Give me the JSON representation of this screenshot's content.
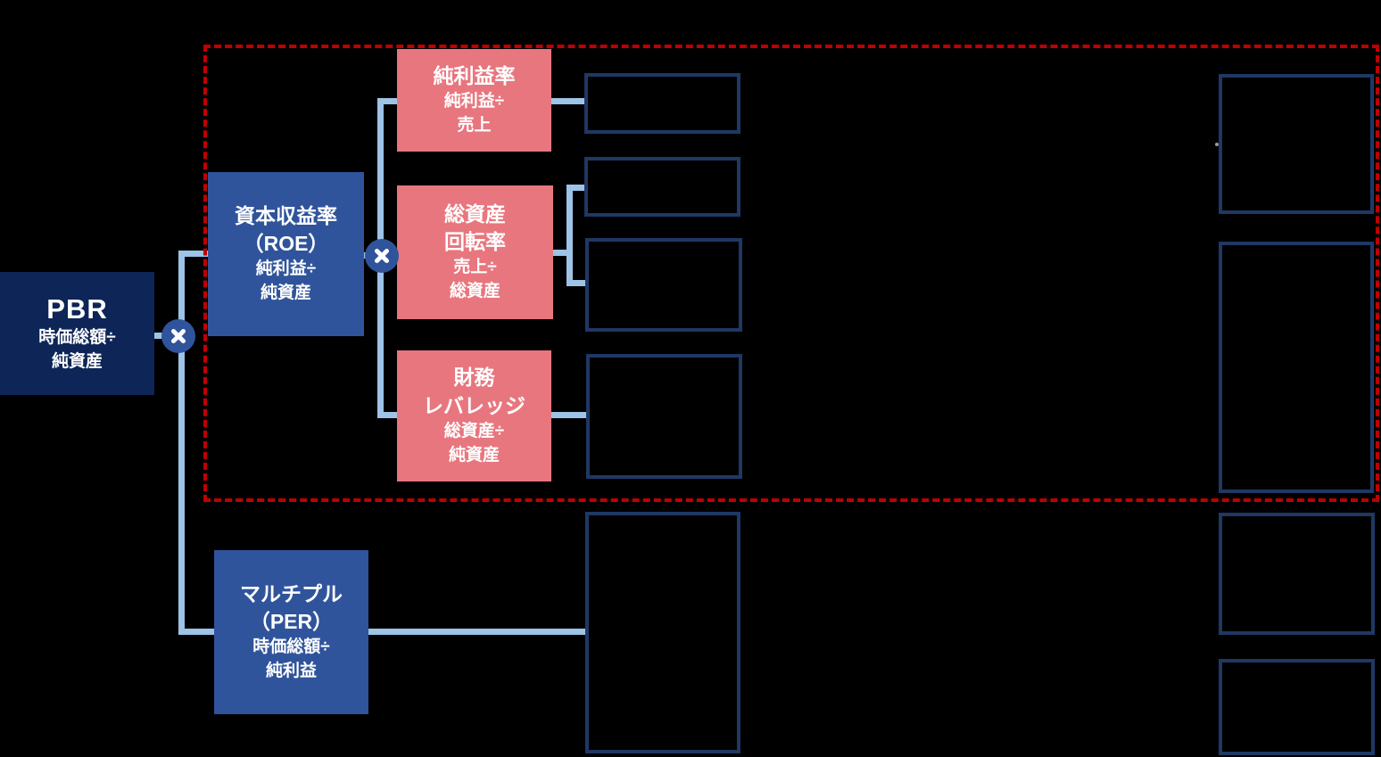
{
  "diagram": {
    "description_colors": {
      "background": "#000000",
      "pbr_box_fill": "#0D2557",
      "blue_box_fill": "#30549B",
      "pink_box_fill": "#E8767E",
      "connector_line": "#9DC3E6",
      "empty_box_border": "#1F3864",
      "highlight_frame": "#C00000",
      "text": "#FFFFFF"
    }
  },
  "nodes": {
    "pbr": {
      "title": "PBR",
      "formula": [
        "時価総額÷",
        "純資産"
      ]
    },
    "roe": {
      "title": [
        "資本収益率",
        "（ROE）"
      ],
      "formula": [
        "純利益÷",
        "純資産"
      ]
    },
    "per": {
      "title": [
        "マルチプル",
        "（PER）"
      ],
      "formula": [
        "時価総額÷",
        "純利益"
      ]
    },
    "net_profit_margin": {
      "title": [
        "純利益率"
      ],
      "formula": [
        "純利益÷",
        "売上"
      ]
    },
    "total_asset_turnover": {
      "title": [
        "総資産",
        "回転率"
      ],
      "formula": [
        "売上÷",
        "総資産"
      ]
    },
    "financial_leverage": {
      "title": [
        "財務",
        "レバレッジ"
      ],
      "formula": [
        "総資産÷",
        "純資産"
      ]
    }
  },
  "operators": {
    "multiply": "✖"
  }
}
